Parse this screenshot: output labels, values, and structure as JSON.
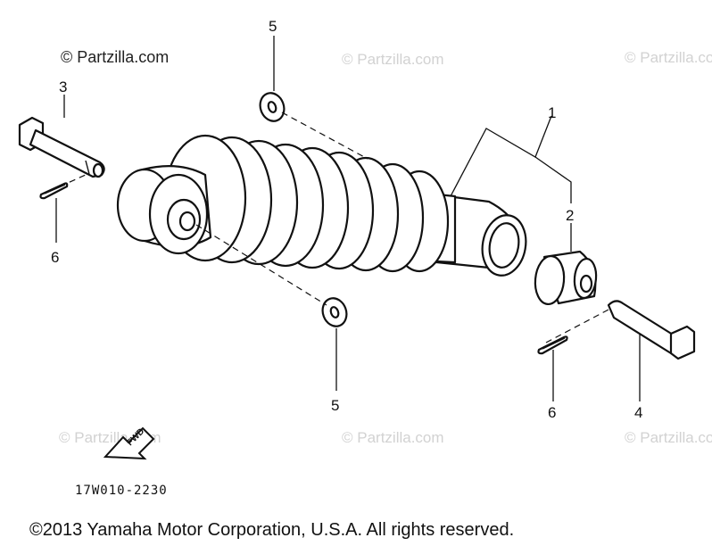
{
  "diagram": {
    "watermarks": {
      "main": "© Partzilla.com",
      "faint": "© Partzilla.com"
    },
    "callouts": {
      "c1": "1",
      "c2": "2",
      "c3": "3",
      "c4": "4",
      "c5_top": "5",
      "c5_bottom": "5",
      "c6_left": "6",
      "c6_right": "6"
    },
    "fwd_label": "FWD",
    "part_code": "17W010-2230",
    "copyright": "©2013  Yamaha Motor Corporation, U.S.A. All rights reserved."
  }
}
